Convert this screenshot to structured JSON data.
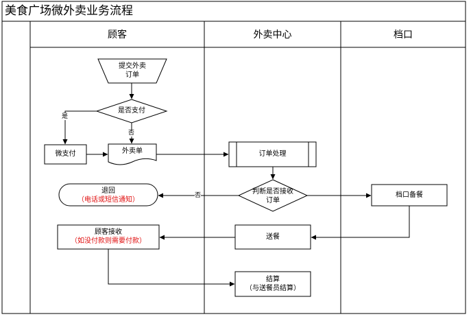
{
  "title": "美食广场微外卖业务流程",
  "lanes": [
    {
      "name": "顾客"
    },
    {
      "name": "外卖中心"
    },
    {
      "name": "档口"
    }
  ],
  "nodes": {
    "submit": {
      "line1": "提交外卖",
      "line2": "订单"
    },
    "paid_check": {
      "label": "是否支付"
    },
    "wechat_pay": {
      "label": "微支付"
    },
    "takeout_doc": {
      "label": "外卖单"
    },
    "order_process": {
      "label": "订单处理"
    },
    "accept_check": {
      "line1": "判断是否接收",
      "line2": "订单"
    },
    "stall_prepare": {
      "label": "档口备餐"
    },
    "rejected": {
      "line1": "退回",
      "line2": "（电话或短信通知）"
    },
    "deliver": {
      "label": "送餐"
    },
    "customer_receive": {
      "line1": "顾客接收",
      "line2": "（如没付款则需要付款）"
    },
    "settle": {
      "line1": "结算",
      "line2": "（与送餐员结算）"
    }
  },
  "edge_labels": {
    "yes": "是",
    "no_paid": "否",
    "no_accept": "否"
  }
}
